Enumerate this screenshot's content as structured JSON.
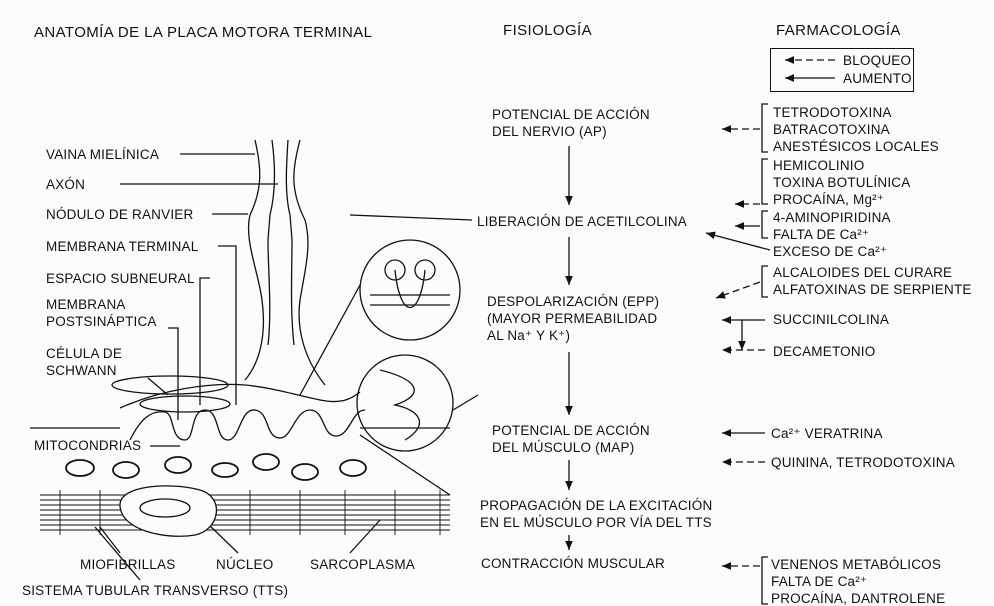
{
  "headings": {
    "anatomy": "ANATOMÍA DE LA PLACA MOTORA TERMINAL",
    "physiology": "FISIOLOGÍA",
    "pharmacology": "FARMACOLOGÍA"
  },
  "legend": {
    "block": "BLOQUEO",
    "increase": "AUMENTO"
  },
  "anatomy_labels": {
    "myelin_sheath": "VAINA MIELÍNICA",
    "axon": "AXÓN",
    "node_ranvier": "NÓDULO DE RANVIER",
    "terminal_membrane": "MEMBRANA TERMINAL",
    "subneural_space": "ESPACIO SUBNEURAL",
    "postsynaptic_membrane": "MEMBRANA\nPOSTSINÁPTICA",
    "schwann_cell": "CÉLULA DE\nSCHWANN",
    "mitochondria": "MITOCONDRIAS",
    "myofibrils": "MIOFIBRILLAS",
    "nucleus": "NÚCLEO",
    "sarcoplasm": "SARCOPLASMA",
    "tts": "SISTEMA TUBULAR TRANSVERSO (TTS)"
  },
  "physiology_steps": [
    "POTENCIAL DE ACCIÓN\nDEL NERVIO (AP)",
    "LIBERACIÓN DE ACETILCOLINA",
    "DESPOLARIZACIÓN (EPP)\n(MAYOR PERMEABILIDAD\nAL Na⁺ Y K⁺)",
    "POTENCIAL DE ACCIÓN\nDEL MÚSCULO (MAP)",
    "PROPAGACIÓN DE LA EXCITACIÓN\nEN EL MÚSCULO POR VÍA DEL TTS",
    "CONTRACCIÓN MUSCULAR"
  ],
  "pharmacology_groups": [
    "TETRODOTOXINA\nBATRACOTOXINA\nANESTÉSICOS LOCALES",
    "HEMICOLINIO\nTOXINA BOTULÍNICA\nPROCAÍNA, Mg²⁺",
    "4-AMINOPIRIDINA\nFALTA DE Ca²⁺",
    "EXCESO DE Ca²⁺",
    "ALCALOIDES DEL CURARE\nALFATOXINAS DE SERPIENTE",
    "SUCCINILCOLINA",
    "DECAMETONIO",
    "Ca²⁺ VERATRINA",
    "QUININA, TETRODOTOXINA",
    "VENENOS METABÓLICOS\nFALTA DE Ca²⁺\nPROCAÍNA, DANTROLENE"
  ]
}
